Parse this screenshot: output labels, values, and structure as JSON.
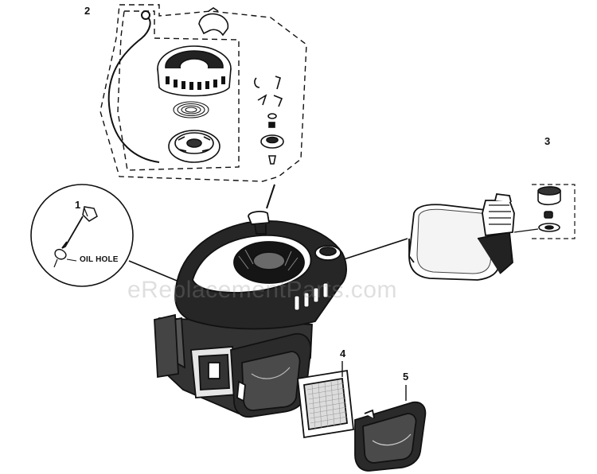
{
  "callouts": {
    "c1": "1",
    "c2": "2",
    "c3": "3",
    "c4": "4",
    "c5": "5"
  },
  "labels": {
    "oil_hole": "OIL HOLE"
  },
  "watermark": "eReplacementParts.com",
  "colors": {
    "line": "#111111",
    "background": "#ffffff",
    "watermark": "#969696"
  }
}
